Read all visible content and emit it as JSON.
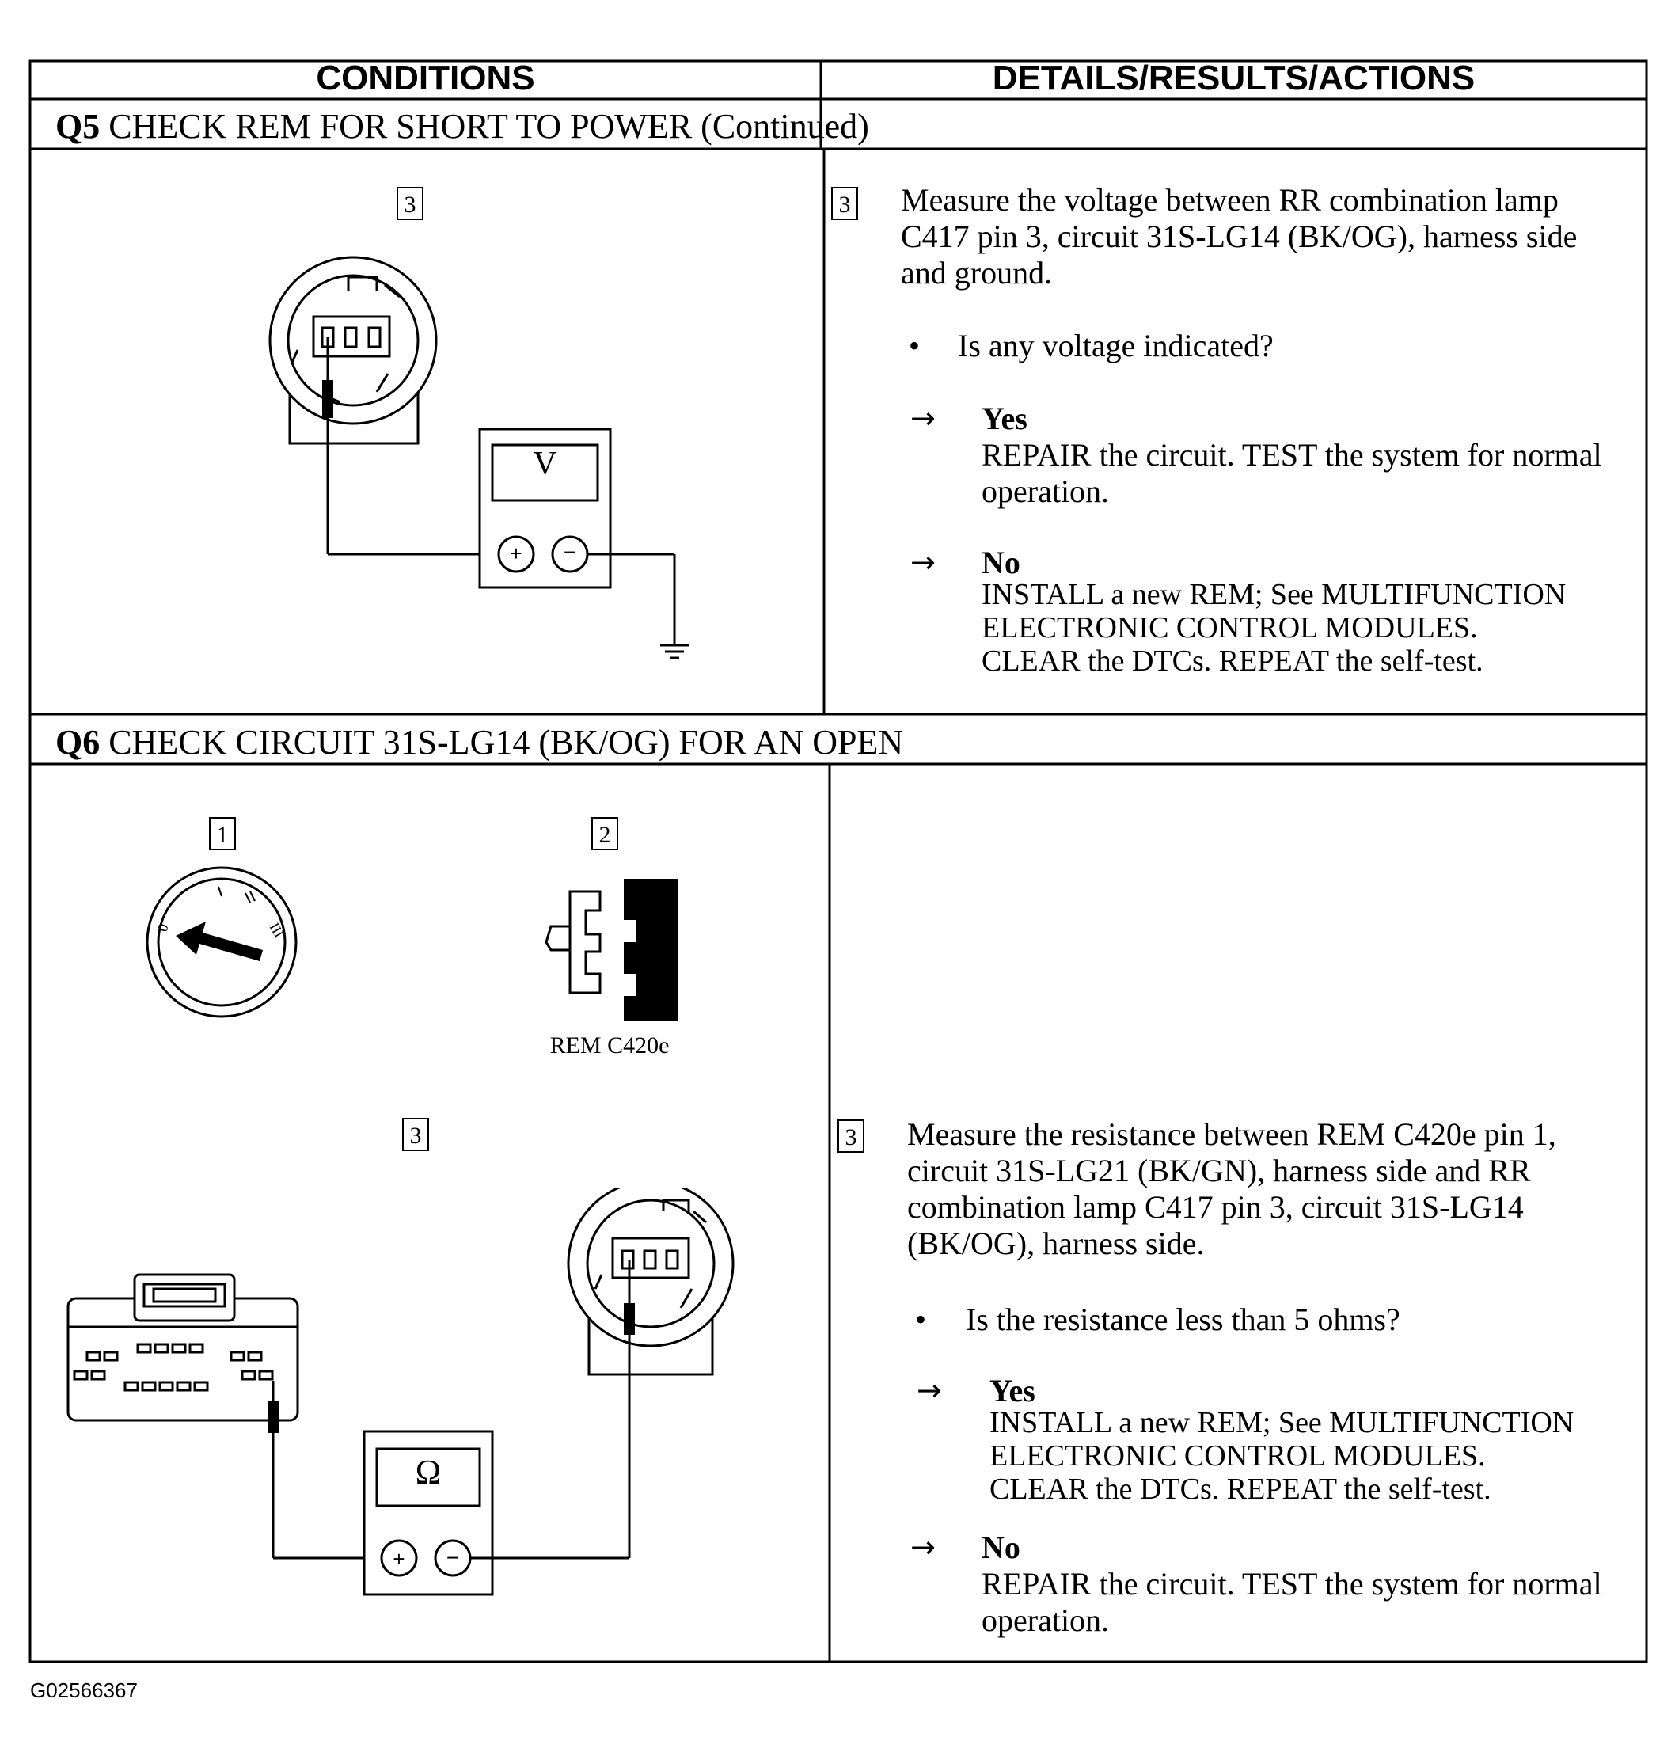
{
  "header": {
    "conditions": "CONDITIONS",
    "details": "DETAILS/RESULTS/ACTIONS"
  },
  "q5": {
    "number": "Q5",
    "title": "CHECK REM FOR SHORT TO POWER (Continued)",
    "step_left": "3",
    "step_right": "3",
    "meter_label": "V",
    "plus": "+",
    "minus": "−",
    "instruction": "Measure the voltage between RR combination lamp C417 pin 3, circuit 31S-LG14 (BK/OG), harness side and ground.",
    "question": "Is any voltage indicated?",
    "yes_label": "Yes",
    "yes_action": "REPAIR the circuit. TEST the system for normal operation.",
    "no_label": "No",
    "no_action_1": "INSTALL  a new REM; See MULTIFUNCTION",
    "no_action_2": "ELECTRONIC CONTROL MODULES.",
    "no_action_3": "CLEAR the DTCs. REPEAT the self-test."
  },
  "q6": {
    "number": "Q6",
    "title": "CHECK CIRCUIT 31S-LG14 (BK/OG) FOR AN OPEN",
    "step1": "1",
    "step2": "2",
    "step3_left": "3",
    "step3_right": "3",
    "connector_label": "REM C420e",
    "meter_label": "Ω",
    "plus": "+",
    "minus": "−",
    "instruction": "Measure the resistance between REM C420e pin 1, circuit 31S-LG21 (BK/GN), harness side and RR combination lamp C417 pin 3, circuit 31S-LG14 (BK/OG), harness side.",
    "question": "Is the resistance less than 5 ohms?",
    "yes_label": "Yes",
    "yes_action_1": "INSTALL  a new REM; See MULTIFUNCTION",
    "yes_action_2": "ELECTRONIC CONTROL MODULES.",
    "yes_action_3": "CLEAR the DTCs. REPEAT the self-test.",
    "no_label": "No",
    "no_action": "REPAIR the circuit. TEST the system for normal operation."
  },
  "footer": {
    "figure_id": "G02566367"
  },
  "icons": {
    "arrow": "→",
    "bullet": "•"
  }
}
